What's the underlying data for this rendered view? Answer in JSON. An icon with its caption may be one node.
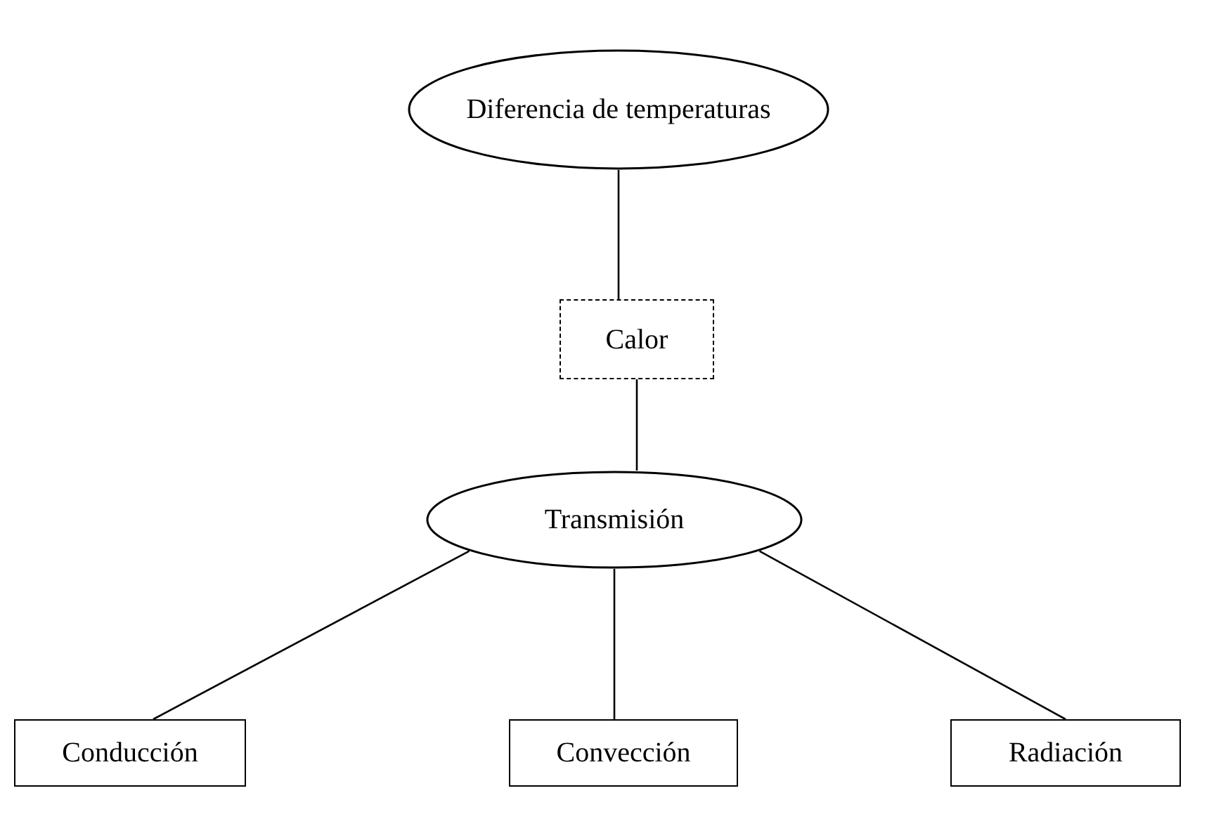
{
  "diagram": {
    "nodes": [
      {
        "text": [
          "Diferencia de temperaturas"
        ]
      },
      {
        "text": [
          "Calor"
        ]
      },
      {
        "text": [
          "Transmisión"
        ]
      },
      {
        "text": [
          "Conducción"
        ]
      },
      {
        "text": [
          "Convección"
        ]
      },
      {
        "text": [
          "Radiación"
        ]
      }
    ],
    "edges": [
      {
        "from": 0,
        "to": 1,
        "arrow": "none"
      },
      {
        "from": 1,
        "to": 2,
        "arrow": "none"
      },
      {
        "from": 2,
        "to": 3,
        "arrow": "none"
      },
      {
        "from": 2,
        "to": 4,
        "arrow": "none"
      },
      {
        "from": 2,
        "to": 5,
        "arrow": "none"
      }
    ]
  }
}
